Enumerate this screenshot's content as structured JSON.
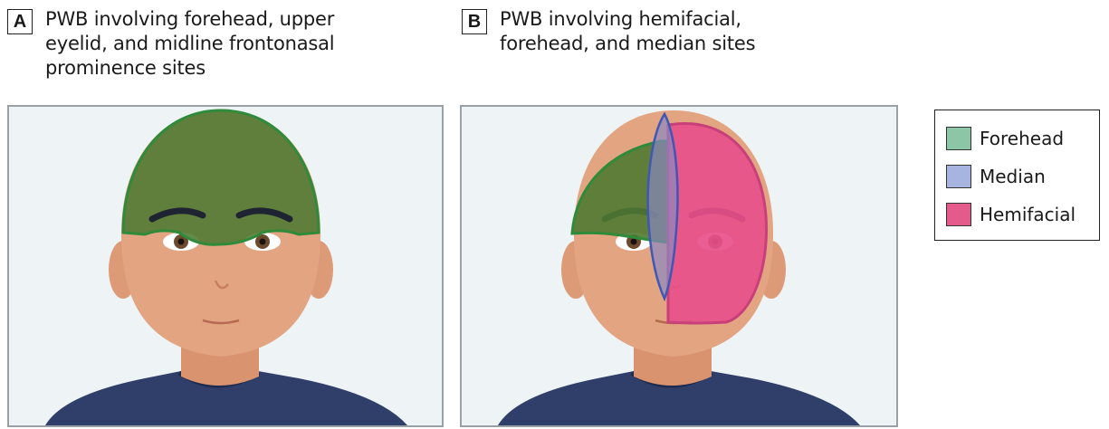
{
  "panels": [
    {
      "letter": "A",
      "title_lines": [
        "PWB involving forehead, upper",
        "eyelid, and midline frontonasal",
        "prominence sites"
      ]
    },
    {
      "letter": "B",
      "title_lines": [
        "PWB involving hemifacial,",
        "forehead, and median sites"
      ]
    }
  ],
  "legend": [
    {
      "label": "Forehead",
      "color": "#8cc6a6"
    },
    {
      "label": "Median",
      "color": "#a8b4e0"
    },
    {
      "label": "Hemifacial",
      "color": "#e45a8a"
    }
  ],
  "colors": {
    "background": "#eef3f5",
    "skin": "#e3a482",
    "skin_shadow": "#c97e5e",
    "shirt": "#2f3f6a",
    "forehead_fill": "#4f7a32",
    "forehead_stroke": "#2f8a3a",
    "median_fill": "#8a88c0",
    "median_stroke": "#3f57b5",
    "hemifacial_fill": "#e8508a",
    "hemifacial_stroke": "#c8407a"
  }
}
